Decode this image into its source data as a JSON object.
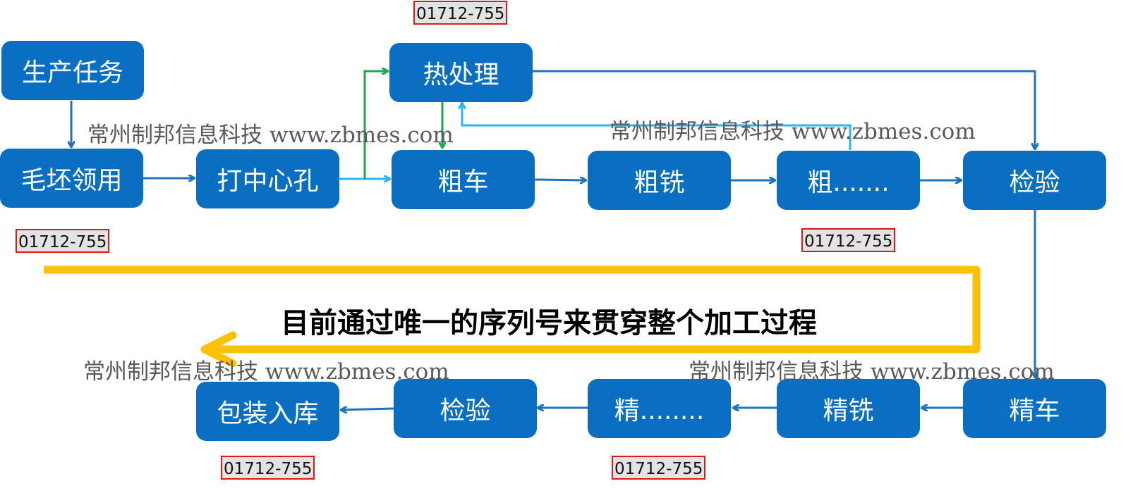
{
  "nodes": {
    "production_task": "生产任务",
    "blank_receipt": "毛坯领用",
    "center_hole": "打中心孔",
    "heat_treatment": "热处理",
    "rough_turning": "粗车",
    "rough_milling": "粗铣",
    "rough_other": "粗.......",
    "inspection_top": "检验",
    "finish_turning": "精车",
    "finish_milling": "精铣",
    "finish_other": "精........",
    "inspection_bottom": "检验",
    "pack_store": "包装入库"
  },
  "serial_numbers": {
    "top": "01712-755",
    "left": "01712-755",
    "right_upper": "01712-755",
    "pack": "01712-755",
    "finish_other": "01712-755"
  },
  "watermarks": {
    "w1": "常州制邦信息科技  www.zbmes.com",
    "w2": "常州制邦信息科技  www.zbmes.com",
    "w3": "常州制邦信息科技  www.zbmes.com",
    "w4": "常州制邦信息科技  www.zbmes.com"
  },
  "center_caption": "目前通过唯一的序列号来贯穿整个加工过程",
  "colors": {
    "node_fill": "#0A6FC2",
    "main_arrow": "#1E73BE",
    "light_arrow": "#29B6F6",
    "green_arrow": "#1BAA4A",
    "loop_arrow": "#FFC107",
    "serial_border": "#E01818"
  }
}
